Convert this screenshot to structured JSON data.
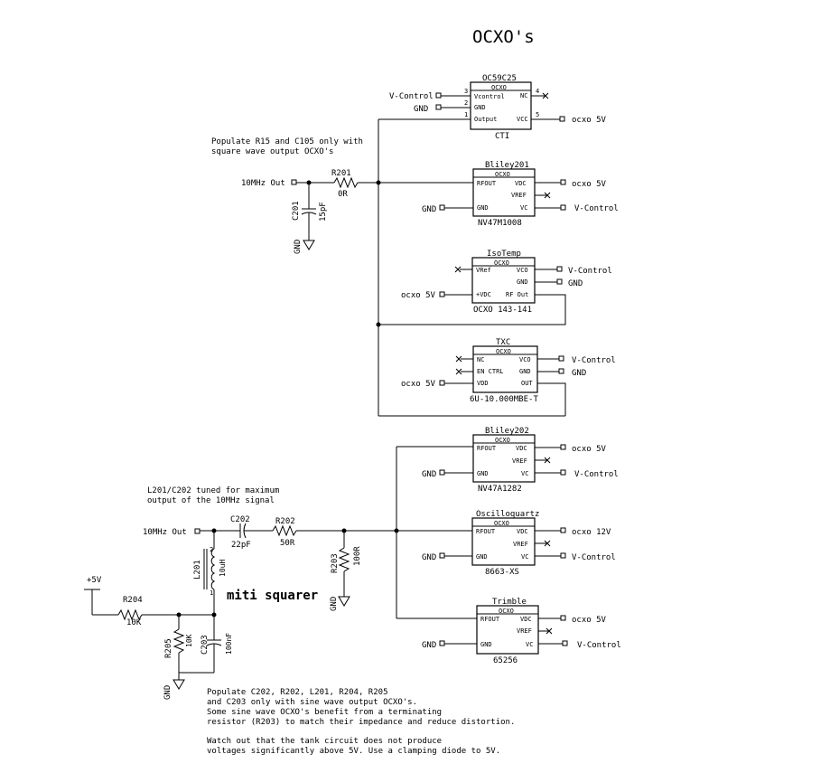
{
  "title": "OCXO's",
  "notes": {
    "top_line1": "Populate R15 and C105 only with",
    "top_line2": "square wave output OCXO's",
    "tank_line1": "L201/C202 tuned for maximum",
    "tank_line2": "output of the 10MHz signal",
    "bottom_line1": "Populate C202, R202, L201, R204, R205",
    "bottom_line2": "and C203 only with sine wave output OCXO's.",
    "bottom_line3": "Some sine wave OCXO's benefit from a terminating",
    "bottom_line4": "resistor (R203) to match their impedance and reduce distortion.",
    "bottom_line5": "Watch out that the tank circuit does not produce",
    "bottom_line6": "voltages significantly above 5V. Use a clamping diode to 5V.",
    "handwritten": "miti squarer"
  },
  "nets": {
    "vcontrol": "V-Control",
    "gnd": "GND",
    "ocxo5v": "ocxo 5V",
    "ocxo12v": "ocxo 12V",
    "out10mhz": "10MHz Out",
    "plus5v": "+5V"
  },
  "chips": {
    "oc59": {
      "maker": "OC59C25",
      "type": "OCXO",
      "part": "CTI",
      "p3": "Vcontrol",
      "p2": "GND",
      "p1": "Output",
      "p4": "NC",
      "p5": "VCC",
      "n3": "3",
      "n2": "2",
      "n1": "1",
      "n4": "4",
      "n5": "5"
    },
    "bliley201": {
      "maker": "Bliley201",
      "type": "OCXO",
      "part": "NV47M1008",
      "l1": "RFOUT",
      "l2": "GND",
      "r1": "VDC",
      "r2": "VREF",
      "r3": "VC"
    },
    "isotemp": {
      "maker": "IsoTemp",
      "type": "OCXO",
      "part": "OCXO 143-141",
      "l1": "VRef",
      "l2": "+VDC",
      "r1": "VCO",
      "r2": "GND",
      "r3": "RF Out"
    },
    "txc": {
      "maker": "TXC",
      "type": "OCXO",
      "part": "6U-10.000MBE-T",
      "l1": "NC",
      "l2": "EN CTRL",
      "l3": "VDD",
      "r1": "VCO",
      "r2": "GND",
      "r3": "OUT"
    },
    "bliley202": {
      "maker": "Bliley202",
      "type": "OCXO",
      "part": "NV47A1282",
      "l1": "RFOUT",
      "l2": "GND",
      "r1": "VDC",
      "r2": "VREF",
      "r3": "VC"
    },
    "oscilloquartz": {
      "maker": "Oscilloquartz",
      "type": "OCXO",
      "part": "8663-XS",
      "l1": "RFOUT",
      "l2": "GND",
      "r1": "VDC",
      "r2": "VREF",
      "r3": "VC"
    },
    "trimble": {
      "maker": "Trimble",
      "type": "OCXO",
      "part": "65256",
      "l1": "RFOUT",
      "l2": "GND",
      "r1": "VDC",
      "r2": "VREF",
      "r3": "VC"
    }
  },
  "parts": {
    "r201": {
      "ref": "R201",
      "val": "0R"
    },
    "c201": {
      "ref": "C201",
      "val": "15pF"
    },
    "c202": {
      "ref": "C202",
      "val": "22pF"
    },
    "r202": {
      "ref": "R202",
      "val": "50R"
    },
    "r203": {
      "ref": "R203",
      "val": "100R"
    },
    "l201": {
      "ref": "L201",
      "val": "10uH",
      "pin1": "1",
      "pin2": "2"
    },
    "r204": {
      "ref": "R204",
      "val": "10K"
    },
    "r205": {
      "ref": "R205",
      "val": "10K"
    },
    "c203": {
      "ref": "C203",
      "val": "100nF"
    }
  }
}
